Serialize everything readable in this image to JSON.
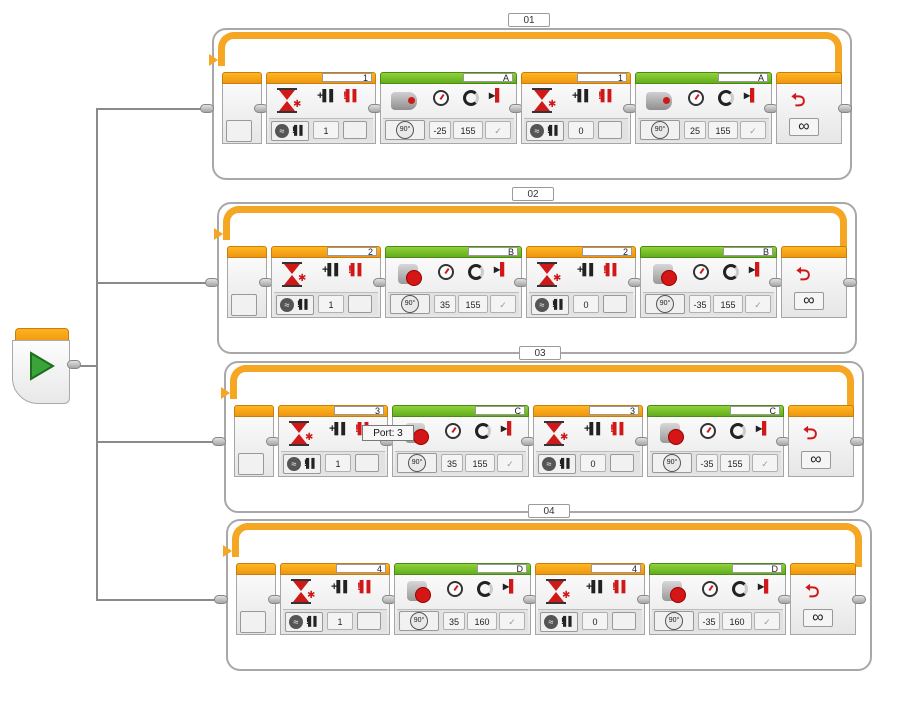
{
  "start": {
    "icon": "play-icon"
  },
  "tooltip": {
    "text": "Port: 3"
  },
  "loops": [
    {
      "label": "01",
      "count": "∞",
      "blocks": [
        {
          "kind": "wait",
          "port": "1",
          "value": "1"
        },
        {
          "kind": "large-motor",
          "port": "A",
          "power": "-25",
          "degrees": "155"
        },
        {
          "kind": "wait",
          "port": "1",
          "value": "0"
        },
        {
          "kind": "large-motor",
          "port": "A",
          "power": "25",
          "degrees": "155"
        }
      ]
    },
    {
      "label": "02",
      "count": "∞",
      "blocks": [
        {
          "kind": "wait",
          "port": "2",
          "value": "1"
        },
        {
          "kind": "medium-motor",
          "port": "B",
          "power": "35",
          "degrees": "155"
        },
        {
          "kind": "wait",
          "port": "2",
          "value": "0"
        },
        {
          "kind": "medium-motor",
          "port": "B",
          "power": "-35",
          "degrees": "155"
        }
      ]
    },
    {
      "label": "03",
      "count": "∞",
      "blocks": [
        {
          "kind": "wait",
          "port": "3",
          "value": "1"
        },
        {
          "kind": "medium-motor",
          "port": "C",
          "power": "35",
          "degrees": "155"
        },
        {
          "kind": "wait",
          "port": "3",
          "value": "0"
        },
        {
          "kind": "medium-motor",
          "port": "C",
          "power": "-35",
          "degrees": "155"
        }
      ]
    },
    {
      "label": "04",
      "count": "∞",
      "blocks": [
        {
          "kind": "wait",
          "port": "4",
          "value": "1"
        },
        {
          "kind": "medium-motor",
          "port": "D",
          "power": "35",
          "degrees": "160"
        },
        {
          "kind": "wait",
          "port": "4",
          "value": "0"
        },
        {
          "kind": "medium-motor",
          "port": "D",
          "power": "-35",
          "degrees": "160"
        }
      ]
    }
  ],
  "colors": {
    "accent_orange": "#f5a623",
    "motor_green": "#6cb820",
    "icon_red": "#d01818"
  }
}
